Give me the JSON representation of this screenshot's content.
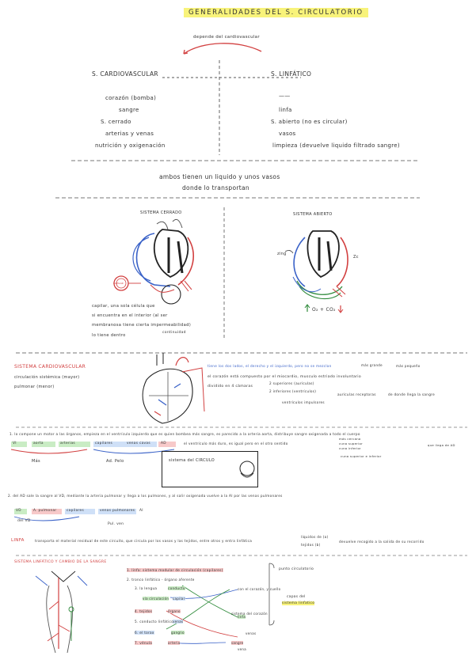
{
  "header": {
    "title": "GENERALIDADES DEL   S. CIRCULATORIO",
    "subtitle": "depende del cardiovascular"
  },
  "columns": {
    "left_title": "S. CARDIOVASCULAR",
    "right_title": "S. LINFÁTICO",
    "left_items": [
      "corazón (bomba)",
      "sangre",
      "S. cerrado",
      "arterias y venas",
      "nutrición y oxigenación"
    ],
    "right_items": [
      "——",
      "linfa",
      "S. abierto (no es circular)",
      "vasos",
      "limpieza (devuelve liquido filtrado sangre)"
    ]
  },
  "common": {
    "line1": "ambos tienen un liquido y unos vasos",
    "line2": "donde lo transportan"
  },
  "systems": {
    "closed_label": "SISTEMA CERRADO",
    "open_label": "SISTEMA ABIERTO",
    "capillary_note_1": "capilar, una sola célula que",
    "capillary_note_2": "si encuentra en el interior (al ser",
    "capillary_note_3": "membranosa tiene cierta impermeabilidad)",
    "capillary_note_4": "lo tiene dentro",
    "open_formula": "O₂ + CO₂",
    "badge": "CAPILAR",
    "continuidad": "continuidad"
  },
  "section2": {
    "title": "SISTEMA CARDIOVASCULAR",
    "item1": "circulación sistémica (mayor)",
    "item2": "pulmonar (menor)",
    "intro": "tiene los dos lados, el derecho y el izquierdo, pero no se mezclan",
    "desc_a": "el corazón está compuesto por el miocardio, musculo estriado involuntario",
    "desc_b": "dividido en 4 cámaras",
    "sub1": "2 superiores (aurículas)",
    "sub2": "2 inferiores (ventrículos)",
    "top_a": "más grande",
    "top_b": "más pequeño",
    "rel1": "aurículas receptoras",
    "rel2": "ventrículos impulsores",
    "rel3": "de donde llega la sangre",
    "p1": "1. lo compone un motor a las órganos, empieza en el ventrículo izquierdo que es quien bombea más sangre, es parecido a la arteria aorta, distribuye sangre oxigenada a todo el cuerpo",
    "flow1": [
      "VI",
      "aorta",
      "arterias",
      "capilares",
      "venas cavas",
      "AD"
    ],
    "p1b": "el ventrículo más duro, es igual pero en el otro sentido",
    "lbl_mas": "Más",
    "lbl_ad": "Ad. Pelo",
    "note_r1": "más cercana",
    "note_r2": "cuna superior",
    "note_r3": "cuna inferior",
    "note_r4": "que llega de AD",
    "note_r5": "cuna superior e inferior",
    "boxed": "sistema del CIRCULO",
    "p2": "2. del AD sale la sangre al VD, mediante la arteria pulmonar y llega a los pulmones, y al salir oxigenada vuelve a la AI por las venas pulmonares",
    "flow2": [
      "VD",
      "A. pulmonar",
      "capilares",
      "venas pulmonares",
      "AI"
    ],
    "lbl_vd": "del VD",
    "lbl_pul": "Pul. ven",
    "linfa_label": "LINFA",
    "linfa_text": "transporta el material residual de este circuito, que circula por los vasos y las tejidos, entre otros y entra linfática",
    "linfa_side1": "líquidos de (a)",
    "linfa_side2": "tejidos (b)",
    "linfa_end": "devuelve recogido a la salida de su recorrido"
  },
  "section3": {
    "title": "SISTEMA LINFÁTICO Y CAMBIO DE LA SANGRE",
    "items": [
      "1. linfa: sistema modular de circulación (capilares)",
      "2. tronco linfático - órgano aferente",
      "3. la lengua",
      "conducto",
      "4. tejidos",
      "5. conducto linfático",
      "6. el torax",
      "7. vénula"
    ],
    "chips": [
      "vía circulación",
      "capilar",
      "órgano",
      "venas",
      "arteria",
      "tronco",
      "linfa",
      "ganglio",
      "sangre"
    ],
    "right1": "punto circulatorio",
    "right2": "capas del",
    "right3": "sistema linfatico",
    "mid1": "con el corazón, y cuello",
    "mid2": "sistema del corazón",
    "end1": "venas",
    "end2": "vena"
  }
}
